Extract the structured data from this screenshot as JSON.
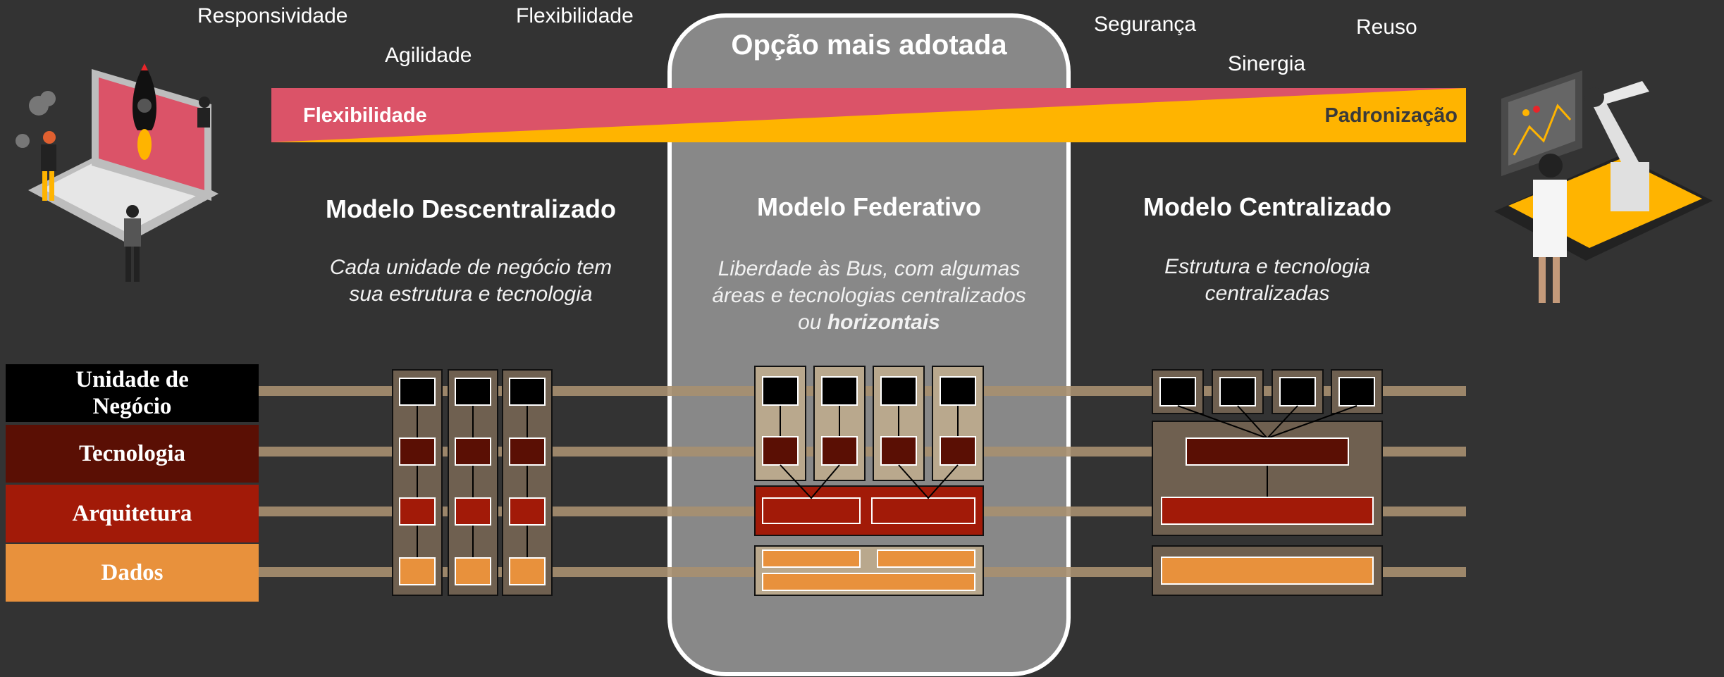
{
  "keywords": {
    "left": [
      "Responsividade",
      "Flexibilidade",
      "Agilidade"
    ],
    "right": [
      "Segurança",
      "Reuso",
      "Sinergia"
    ]
  },
  "band": {
    "left_label": "Flexibilidade",
    "right_label": "Padronização"
  },
  "highlight": {
    "label": "Opção mais adotada"
  },
  "models": [
    {
      "title": "Modelo Descentralizado",
      "desc_lines": [
        "Cada unidade de negócio tem",
        "sua estrutura e tecnologia"
      ]
    },
    {
      "title": "Modelo Federativo",
      "desc_lines": [
        "Liberdade às Bus, com algumas",
        "áreas e tecnologias centralizados"
      ],
      "desc_last_prefix": "ou ",
      "desc_last_bold": "horizontais"
    },
    {
      "title": "Modelo Centralizado",
      "desc_lines": [
        "Estrutura e tecnologia",
        "centralizadas"
      ]
    }
  ],
  "layers": [
    {
      "label_lines": [
        "Unidade de",
        "Negócio"
      ],
      "color": "#000000"
    },
    {
      "label_lines": [
        "Tecnologia"
      ],
      "color": "#5a0f04"
    },
    {
      "label_lines": [
        "Arquitetura"
      ],
      "color": "#a21a08"
    },
    {
      "label_lines": [
        "Dados"
      ],
      "color": "#e8913c"
    }
  ],
  "colors": {
    "background": "#333333",
    "band_red": "#db5368",
    "band_yellow": "#ffb400",
    "highlight_fill": "#888888",
    "bus_line": "#b9a07a",
    "column_fill": "#6f6050",
    "federated_column_fill": "#b9a88d"
  }
}
